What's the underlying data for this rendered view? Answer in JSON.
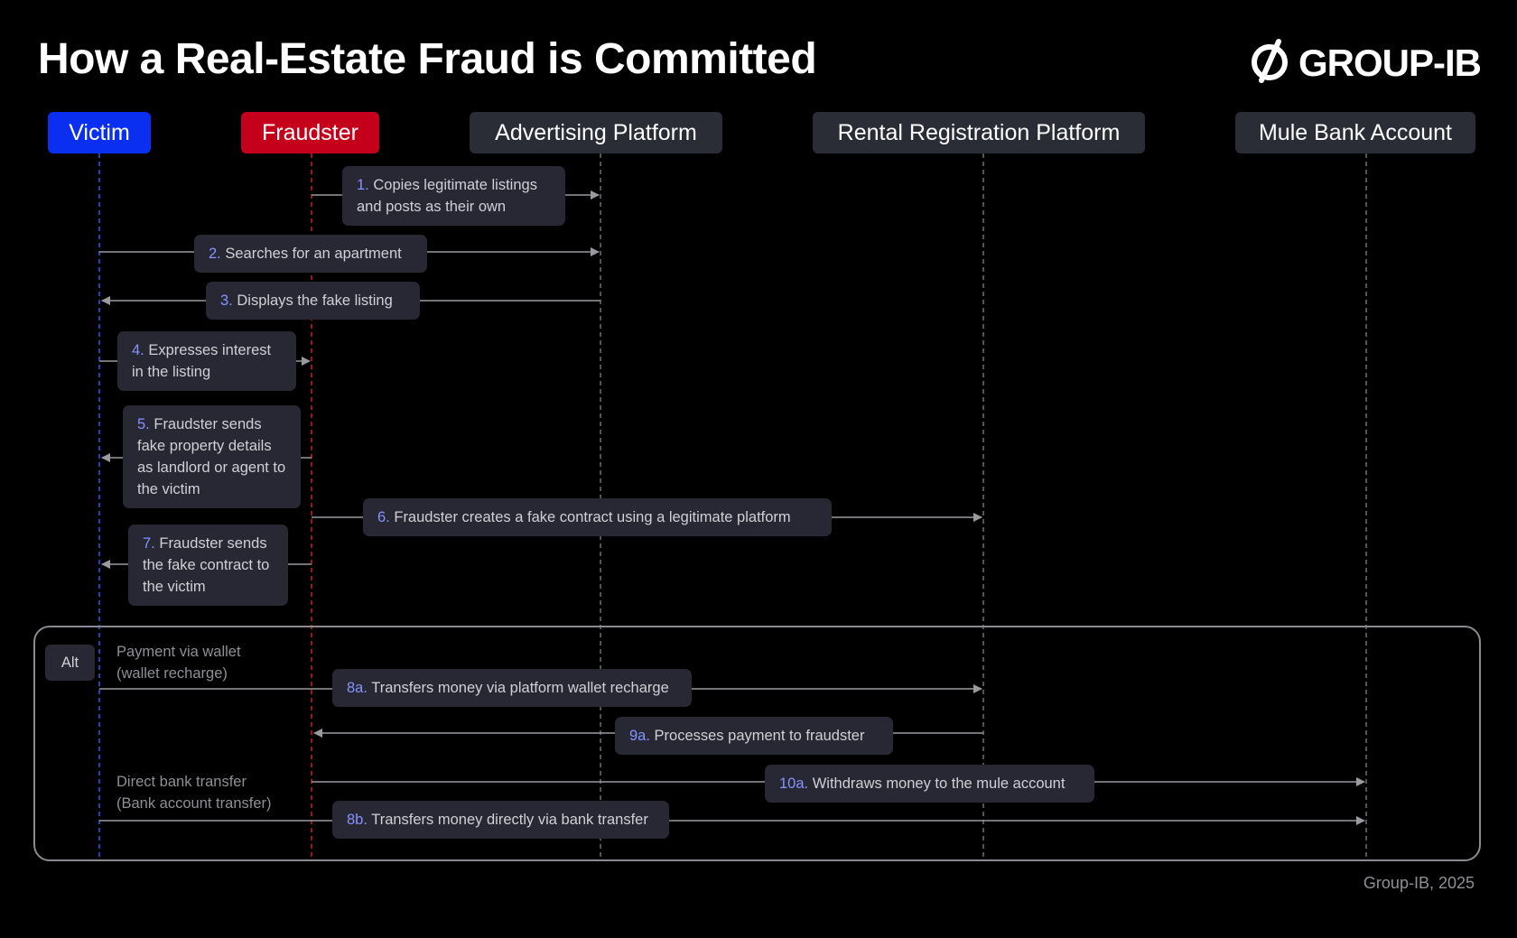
{
  "title": "How a Real-Estate Fraud is Committed",
  "logo": {
    "text": "GROUP-IB",
    "icon": "group-ib-logo-icon"
  },
  "actors": {
    "victim": "Victim",
    "fraudster": "Fraudster",
    "advertising": "Advertising Platform",
    "rental": "Rental Registration Platform",
    "mule": "Mule Bank Account"
  },
  "steps": {
    "s1": {
      "num": "1.",
      "text": "Copies legitimate listings and posts as their own"
    },
    "s2": {
      "num": "2.",
      "text": "Searches for an apartment"
    },
    "s3": {
      "num": "3.",
      "text": "Displays the fake listing"
    },
    "s4": {
      "num": "4.",
      "text": "Expresses interest in the listing"
    },
    "s5": {
      "num": "5.",
      "text": "Fraudster sends fake property details as landlord or agent to the victim"
    },
    "s6": {
      "num": "6.",
      "text": "Fraudster creates a fake contract using a legitimate platform"
    },
    "s7": {
      "num": "7.",
      "text": "Fraudster sends the fake contract to the victim"
    },
    "s8a": {
      "num": "8a.",
      "text": "Transfers money via platform wallet recharge"
    },
    "s9a": {
      "num": "9a.",
      "text": "Processes payment to fraudster"
    },
    "s10a": {
      "num": "10a.",
      "text": "Withdraws money to the mule account"
    },
    "s8b": {
      "num": "8b.",
      "text": "Transfers money directly via bank transfer"
    }
  },
  "alt": {
    "tag": "Alt",
    "guard1_line1": "Payment via wallet",
    "guard1_line2": "(wallet recharge)",
    "guard2_line1": "Direct bank transfer",
    "guard2_line2": "(Bank account transfer)"
  },
  "footer": "Group-IB, 2025",
  "colors": {
    "victim": "#0a2ff0",
    "fraudster": "#c4001a",
    "neutral_box": "#272833",
    "step_number": "#8792ff",
    "arrow": "#9a9ba0"
  }
}
